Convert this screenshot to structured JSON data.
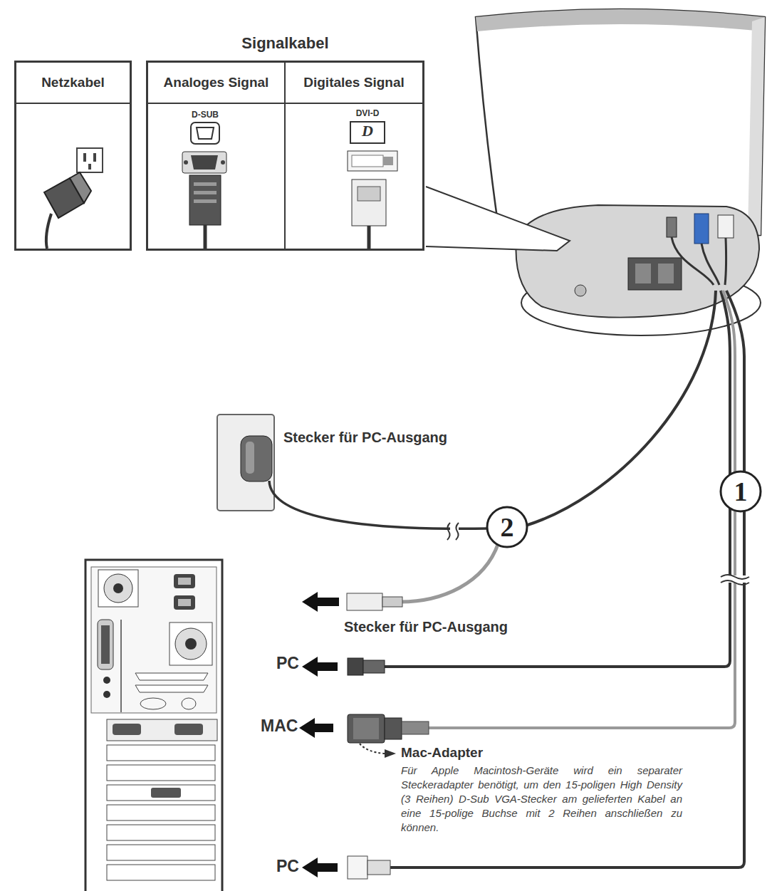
{
  "diagram": {
    "nodes": [
      {
        "text": [
          "Netzkabel"
        ]
      },
      {
        "text": [
          "Signalkabel"
        ]
      },
      {
        "text": [
          "Analoges Signal",
          "D-SUB"
        ],
        "in": 1
      },
      {
        "text": [
          "Digitales Signal",
          "DVI-D",
          "D"
        ],
        "in": 1
      }
    ],
    "labels": [
      "Stecker für PC-Ausgang",
      "1",
      "2",
      "Stecker für PC-Ausgang",
      "PC",
      "MAC",
      "Mac-Adapter",
      "Für Apple Macintosh-Geräte wird ein separater Steckeradapter benötigt, um den 15-poligen High Density (3 Reihen) D-Sub VGA-Stecker am gelieferten Kabel an eine 15-polige Buchse mit 2 Reihen anschließen zu können.",
      "PC"
    ]
  }
}
